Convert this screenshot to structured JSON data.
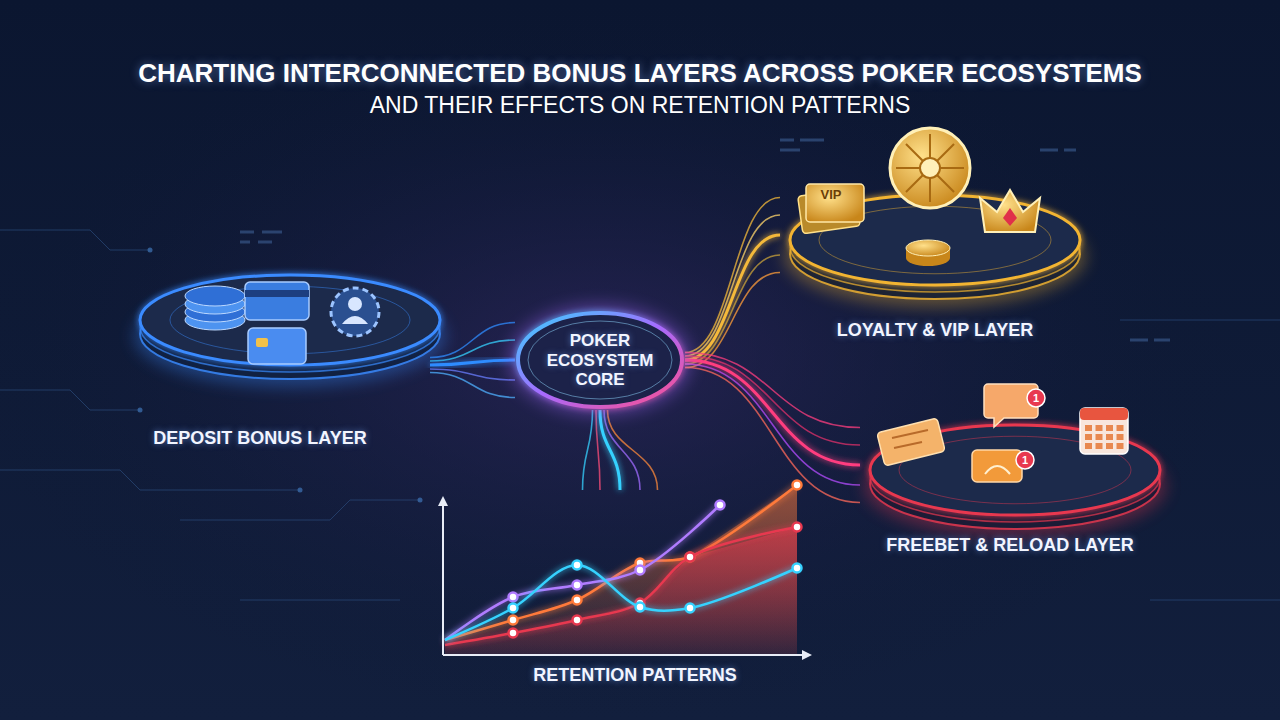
{
  "diagram": {
    "title": "CHARTING INTERCONNECTED BONUS LAYERS ACROSS POKER ECOSYSTEMS",
    "nodes": [
      {
        "text": [
          "POKER ECOSYSTEM CORE"
        ]
      },
      {
        "text": [
          "DEPOSIT BONUS LAYER"
        ]
      },
      {
        "text": [
          "LOYALTY & VIP LAYER"
        ]
      },
      {
        "text": [
          "FREEBET & RELOAD LAYER"
        ]
      },
      {
        "text": [
          "RETENTION PATTERNS"
        ]
      }
    ],
    "edges": [
      {
        "from": 1,
        "to": 0,
        "arrow": "none"
      },
      {
        "from": 0,
        "to": 2,
        "arrow": "none"
      },
      {
        "from": 0,
        "to": 3,
        "arrow": "none"
      },
      {
        "from": 0,
        "to": 4,
        "arrow": "none"
      }
    ],
    "labels": [
      "AND THEIR EFFECTS ON RETENTION PATTERNS",
      "VIP",
      "1",
      "1"
    ]
  }
}
